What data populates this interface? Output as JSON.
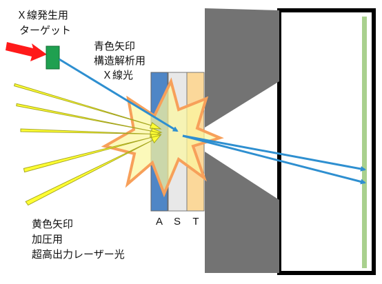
{
  "labels": {
    "target_line1": "Ｘ線発生用",
    "target_line2": "ターゲット",
    "xray_line1": "青色矢印",
    "xray_line2": "構造解析用",
    "xray_line3": "Ｘ線光",
    "laser_line1": "黄色矢印",
    "laser_line2": "加圧用",
    "laser_line3": "超高出力レーザー光"
  },
  "layers": {
    "a": "A",
    "s": "S",
    "t": "T"
  },
  "colors": {
    "xray_arrow": "#2e8fd0",
    "laser_arrow": "#ffff33",
    "laser_arrow_outline": "#a8a820",
    "driver_arrow": "#ff1a1a",
    "target": "#1fa050",
    "layer_a": "#4f86c6",
    "layer_s": "#e8e8e8",
    "layer_t": "#fbd89a",
    "burst_fill": "#fbf6a0",
    "burst_outline": "#f7a05a",
    "cone": "#737373",
    "detector_frame": "#000000",
    "detector_plate": "#a9d08e"
  }
}
